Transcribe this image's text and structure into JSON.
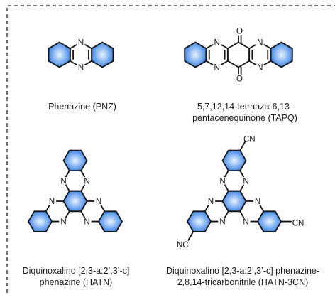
{
  "colors": {
    "ring_fill_center": "#eaf3ff",
    "ring_fill_edge": "#2f7fe6",
    "bond": "#111111",
    "frame_dash": "#222222"
  },
  "atom_labels": {
    "nitrogen": "N",
    "oxygen": "O",
    "cyano": "CN",
    "cyano_left": "NC"
  },
  "molecules": [
    {
      "id": "pnz",
      "caption_lines": [
        "Phenazine (PNZ)"
      ]
    },
    {
      "id": "tapq",
      "caption_lines": [
        "5,7,12,14-tetraaza-6,13-",
        "pentacenequinone (TAPQ)"
      ]
    },
    {
      "id": "hatn",
      "caption_lines": [
        "Diquinoxalino [2,3-a:2’,3’-c]",
        "phenazine (HATN)"
      ]
    },
    {
      "id": "hatn3cn",
      "caption_lines": [
        "Diquinoxalino [2,3-a:2’,3’-c] phenazine-",
        "2,8,14-tricarbonitrile (HATN-3CN)"
      ]
    }
  ]
}
